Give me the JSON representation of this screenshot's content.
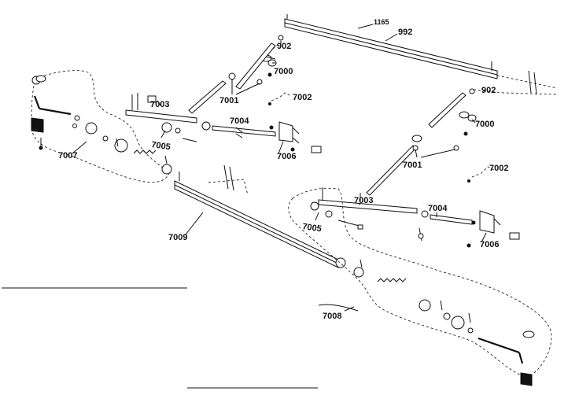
{
  "labels": {
    "l1165": "1165",
    "l992": "992",
    "l902a": "902",
    "l902b": "902",
    "l7000a": "7000",
    "l7000b": "7000",
    "l7001a": "7001",
    "l7001b": "7001",
    "l7002a": "7002",
    "l7002b": "7002",
    "l7003a": "7003",
    "l7003b": "7003",
    "l7004a": "7004",
    "l7004b": "7004",
    "l7005a": "7005",
    "l7005b": "7005",
    "l7006a": "7006",
    "l7006b": "7006",
    "l7007": "7007",
    "l7008": "7008",
    "l7009": "7009"
  }
}
